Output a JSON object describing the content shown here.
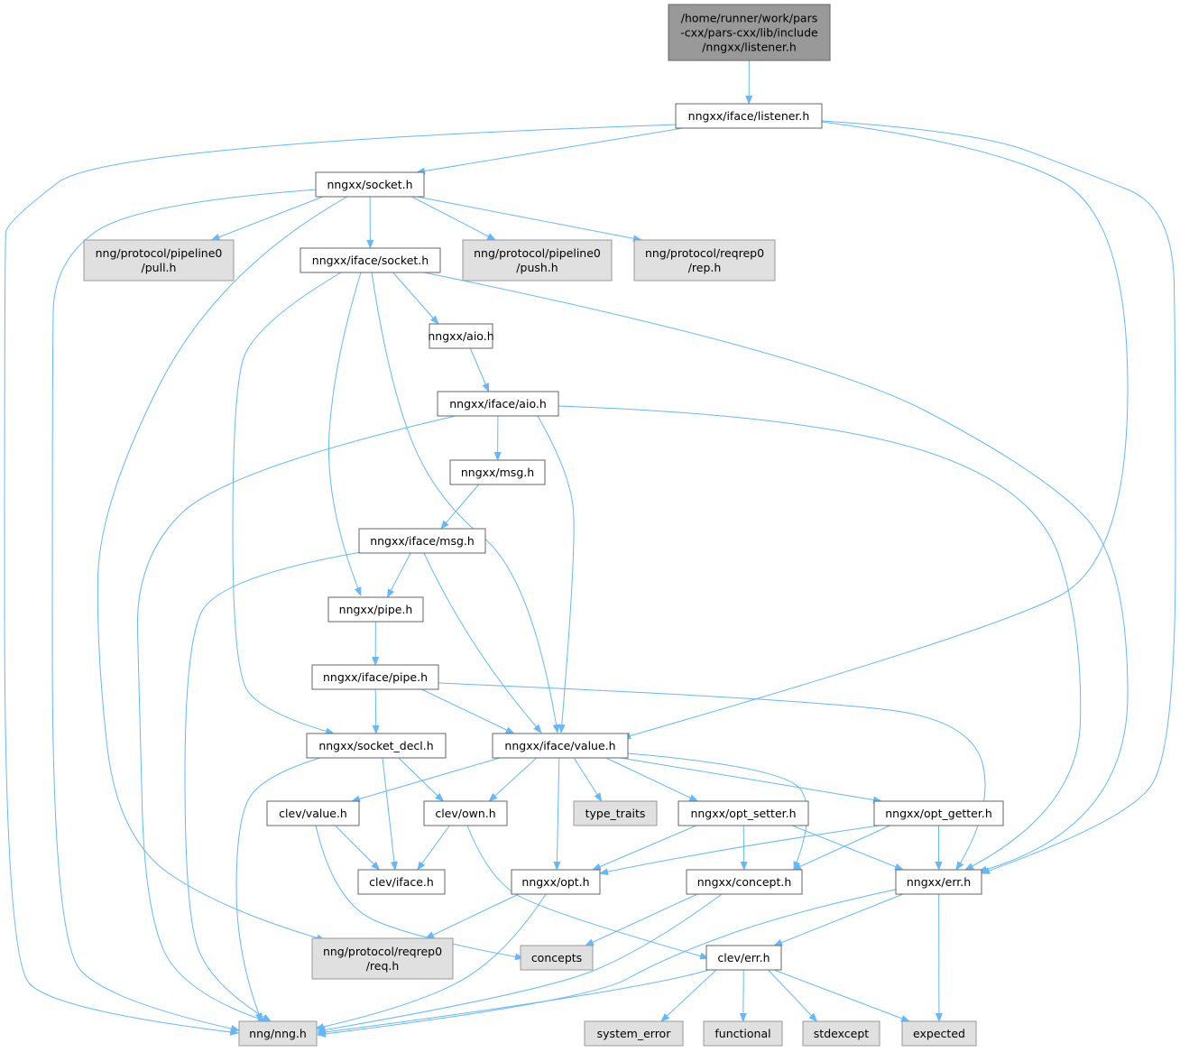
{
  "colors": {
    "root_fill": "#999999",
    "root_stroke": "#666666",
    "node_fill": "#ffffff",
    "node_stroke": "#666666",
    "system_fill": "#e0e0e0",
    "system_stroke": "#999999",
    "edge": "#63b8ff"
  },
  "nodes": [
    {
      "id": "root",
      "lines": [
        "/home/runner/work/pars",
        "-cxx/pars-cxx/lib/include",
        "/nngxx/listener.h"
      ],
      "kind": "root"
    },
    {
      "id": "listener",
      "lines": [
        "nngxx/iface/listener.h"
      ],
      "kind": "file"
    },
    {
      "id": "socket",
      "lines": [
        "nngxx/socket.h"
      ],
      "kind": "file"
    },
    {
      "id": "pull",
      "lines": [
        "nng/protocol/pipeline0",
        "/pull.h"
      ],
      "kind": "system"
    },
    {
      "id": "iface_socket",
      "lines": [
        "nngxx/iface/socket.h"
      ],
      "kind": "file"
    },
    {
      "id": "push",
      "lines": [
        "nng/protocol/pipeline0",
        "/push.h"
      ],
      "kind": "system"
    },
    {
      "id": "rep",
      "lines": [
        "nng/protocol/reqrep0",
        "/rep.h"
      ],
      "kind": "system"
    },
    {
      "id": "aio",
      "lines": [
        "nngxx/aio.h"
      ],
      "kind": "file"
    },
    {
      "id": "iface_aio",
      "lines": [
        "nngxx/iface/aio.h"
      ],
      "kind": "file"
    },
    {
      "id": "msg",
      "lines": [
        "nngxx/msg.h"
      ],
      "kind": "file"
    },
    {
      "id": "iface_msg",
      "lines": [
        "nngxx/iface/msg.h"
      ],
      "kind": "file"
    },
    {
      "id": "pipe",
      "lines": [
        "nngxx/pipe.h"
      ],
      "kind": "file"
    },
    {
      "id": "iface_pipe",
      "lines": [
        "nngxx/iface/pipe.h"
      ],
      "kind": "file"
    },
    {
      "id": "socket_decl",
      "lines": [
        "nngxx/socket_decl.h"
      ],
      "kind": "file"
    },
    {
      "id": "value",
      "lines": [
        "nngxx/iface/value.h"
      ],
      "kind": "file"
    },
    {
      "id": "clev_value",
      "lines": [
        "clev/value.h"
      ],
      "kind": "file"
    },
    {
      "id": "own",
      "lines": [
        "clev/own.h"
      ],
      "kind": "file"
    },
    {
      "id": "type_traits",
      "lines": [
        "type_traits"
      ],
      "kind": "system"
    },
    {
      "id": "opt_setter",
      "lines": [
        "nngxx/opt_setter.h"
      ],
      "kind": "file"
    },
    {
      "id": "opt_getter",
      "lines": [
        "nngxx/opt_getter.h"
      ],
      "kind": "file"
    },
    {
      "id": "clev_iface",
      "lines": [
        "clev/iface.h"
      ],
      "kind": "file"
    },
    {
      "id": "opt",
      "lines": [
        "nngxx/opt.h"
      ],
      "kind": "file"
    },
    {
      "id": "concept",
      "lines": [
        "nngxx/concept.h"
      ],
      "kind": "file"
    },
    {
      "id": "err",
      "lines": [
        "nngxx/err.h"
      ],
      "kind": "file"
    },
    {
      "id": "req",
      "lines": [
        "nng/protocol/reqrep0",
        "/req.h"
      ],
      "kind": "system"
    },
    {
      "id": "concepts",
      "lines": [
        "concepts"
      ],
      "kind": "system"
    },
    {
      "id": "clev_err",
      "lines": [
        "clev/err.h"
      ],
      "kind": "file"
    },
    {
      "id": "nng",
      "lines": [
        "nng/nng.h"
      ],
      "kind": "system"
    },
    {
      "id": "system_error",
      "lines": [
        "system_error"
      ],
      "kind": "system"
    },
    {
      "id": "functional",
      "lines": [
        "functional"
      ],
      "kind": "system"
    },
    {
      "id": "stdexcept",
      "lines": [
        "stdexcept"
      ],
      "kind": "system"
    },
    {
      "id": "expected",
      "lines": [
        "expected"
      ],
      "kind": "system"
    }
  ],
  "edges": [
    [
      "root",
      "listener"
    ],
    [
      "listener",
      "socket"
    ],
    [
      "listener",
      "nng"
    ],
    [
      "listener",
      "value"
    ],
    [
      "listener",
      "err"
    ],
    [
      "socket",
      "pull"
    ],
    [
      "socket",
      "iface_socket"
    ],
    [
      "socket",
      "push"
    ],
    [
      "socket",
      "rep"
    ],
    [
      "socket",
      "nng"
    ],
    [
      "socket",
      "req"
    ],
    [
      "iface_socket",
      "aio"
    ],
    [
      "iface_socket",
      "pipe"
    ],
    [
      "iface_socket",
      "value"
    ],
    [
      "iface_socket",
      "socket_decl"
    ],
    [
      "iface_socket",
      "err"
    ],
    [
      "aio",
      "iface_aio"
    ],
    [
      "iface_aio",
      "msg"
    ],
    [
      "iface_aio",
      "value"
    ],
    [
      "iface_aio",
      "nng"
    ],
    [
      "iface_aio",
      "err"
    ],
    [
      "msg",
      "iface_msg"
    ],
    [
      "iface_msg",
      "pipe"
    ],
    [
      "iface_msg",
      "value"
    ],
    [
      "iface_msg",
      "nng"
    ],
    [
      "pipe",
      "iface_pipe"
    ],
    [
      "iface_pipe",
      "socket_decl"
    ],
    [
      "iface_pipe",
      "value"
    ],
    [
      "iface_pipe",
      "err"
    ],
    [
      "socket_decl",
      "own"
    ],
    [
      "socket_decl",
      "clev_iface"
    ],
    [
      "socket_decl",
      "nng"
    ],
    [
      "value",
      "clev_value"
    ],
    [
      "value",
      "own"
    ],
    [
      "value",
      "type_traits"
    ],
    [
      "value",
      "opt_setter"
    ],
    [
      "value",
      "opt_getter"
    ],
    [
      "value",
      "opt"
    ],
    [
      "value",
      "concept"
    ],
    [
      "clev_value",
      "clev_iface"
    ],
    [
      "clev_value",
      "concepts"
    ],
    [
      "own",
      "clev_iface"
    ],
    [
      "own",
      "clev_err"
    ],
    [
      "opt_setter",
      "opt"
    ],
    [
      "opt_setter",
      "concept"
    ],
    [
      "opt_setter",
      "err"
    ],
    [
      "opt_getter",
      "opt"
    ],
    [
      "opt_getter",
      "concept"
    ],
    [
      "opt_getter",
      "err"
    ],
    [
      "opt",
      "req"
    ],
    [
      "opt",
      "nng"
    ],
    [
      "concept",
      "concepts"
    ],
    [
      "concept",
      "nng"
    ],
    [
      "err",
      "clev_err"
    ],
    [
      "err",
      "expected"
    ],
    [
      "err",
      "nng"
    ],
    [
      "clev_err",
      "nng"
    ],
    [
      "clev_err",
      "system_error"
    ],
    [
      "clev_err",
      "functional"
    ],
    [
      "clev_err",
      "stdexcept"
    ],
    [
      "clev_err",
      "expected"
    ]
  ]
}
